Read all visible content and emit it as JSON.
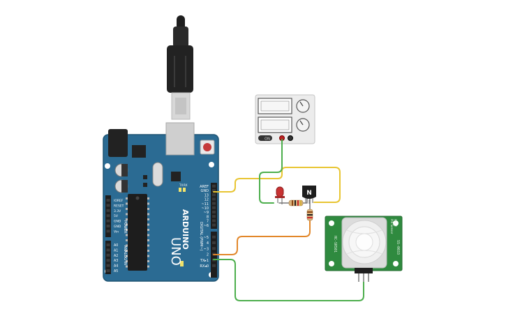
{
  "arduino": {
    "brand": "ARDUINO",
    "model": "UNO",
    "power_header_label": "POWER",
    "analog_header_label": "ANALOG IN",
    "digital_header_label": "DIGITAL (PWM~)",
    "tx_label": "TX",
    "rx_label": "RX",
    "left_pin_labels": [
      "IOREF",
      "RESET",
      "3.3V",
      "5V",
      "GND",
      "GND",
      "Vin"
    ],
    "analog_pin_labels": [
      "A0",
      "A1",
      "A2",
      "A3",
      "A4",
      "A5"
    ],
    "digital_pin_labels": [
      "AREF",
      "GND",
      "13",
      "12",
      "~11",
      "~10",
      "~9",
      "8",
      "7",
      "~6",
      "~5",
      "4",
      "~3",
      "2",
      "TX▸1",
      "RX◂0"
    ]
  },
  "transistor": {
    "label": "N"
  },
  "pir_sensor": {
    "left_label": "HC-SR501",
    "right_label": "SS-0033",
    "top_label": "PIR Sensor",
    "top_sub_label": "Rev.2"
  },
  "power_supply": {
    "switch_label": "ON"
  },
  "colors": {
    "board": "#2b6b93",
    "wire_yellow": "#e8c532",
    "wire_green": "#4cae4c",
    "wire_orange": "#e2872a",
    "pir_board": "#2f8a3f"
  }
}
